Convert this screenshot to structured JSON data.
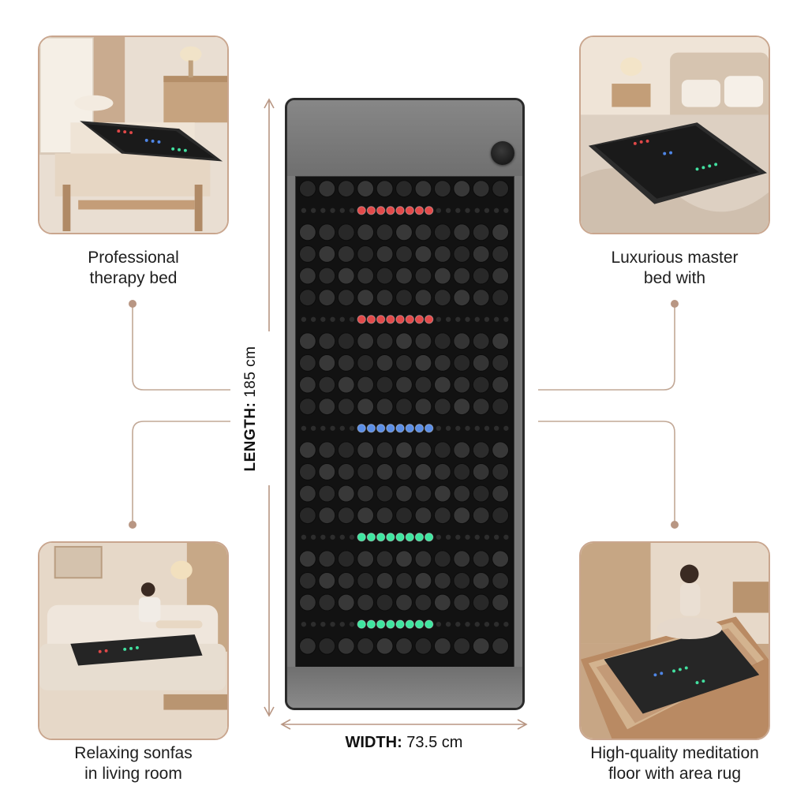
{
  "scenes": [
    {
      "id": "therapy",
      "caption_lines": [
        "Professional",
        "therapy bed"
      ]
    },
    {
      "id": "master-bed",
      "caption_lines": [
        "Luxurious master",
        "bed with"
      ]
    },
    {
      "id": "sofa",
      "caption_lines": [
        "Relaxing sonfas",
        "in living room"
      ]
    },
    {
      "id": "meditation",
      "caption_lines": [
        "High-quality meditation",
        "floor with area rug"
      ]
    }
  ],
  "dimensions": {
    "length_label": "LENGTH:",
    "length_value": "185 cm",
    "width_label": "WIDTH:",
    "width_value": "73.5 cm"
  },
  "colors": {
    "frame_accent": "#c9a68e",
    "connector": "#c2a896",
    "light_red": "#e24a4a",
    "light_blue": "#5b8ee6",
    "light_green": "#3fe6a0"
  },
  "mat": {
    "light_rows": [
      {
        "color": "red"
      },
      {
        "color": "red"
      },
      {
        "color": "blue"
      },
      {
        "color": "green"
      },
      {
        "color": "green"
      }
    ]
  }
}
